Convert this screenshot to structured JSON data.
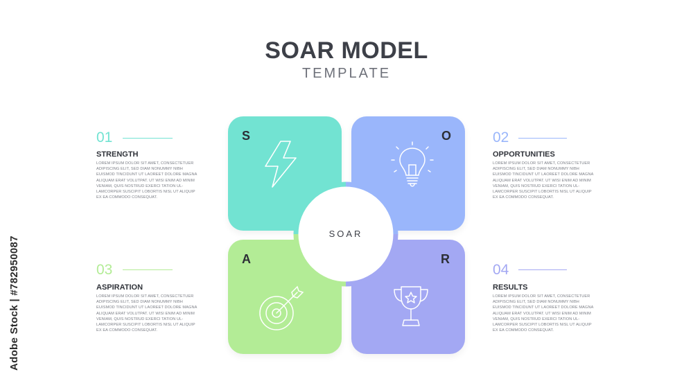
{
  "title": "SOAR MODEL",
  "subtitle": "TEMPLATE",
  "side_label": "Adobe Stock | #782950087",
  "center_label": "SOAR",
  "colors": {
    "strength": "#72e3d2",
    "opportunities": "#9ab6fb",
    "aspiration": "#b3ec96",
    "results": "#a3a8f3"
  },
  "quadrants": [
    {
      "letter": "S",
      "icon": "lightning-icon"
    },
    {
      "letter": "O",
      "icon": "light-bulb-icon"
    },
    {
      "letter": "A",
      "icon": "target-arrow-icon"
    },
    {
      "letter": "R",
      "icon": "trophy-icon"
    }
  ],
  "blocks": [
    {
      "number": "01",
      "title": "STRENGTH",
      "text": "LOREM IPSUM DOLOR SIT AMET, CONSECTETUER ADIPISCING ELIT, SED DIAM NONUMMY NIBH EUISMOD TINCIDUNT UT LAOREET DOLORE MAGNA ALIQUAM ERAT VOLUTPAT. UT WISI ENIM AD MINIM VENIAM, QUIS NOSTRUD EXERCI TATION UL-LAMCORPER SUSCIPIT LOBORTIS NISL UT ALIQUIP EX EA COMMODO CONSEQUAT."
    },
    {
      "number": "02",
      "title": "OPPORTUNITIES",
      "text": "LOREM IPSUM DOLOR SIT AMET, CONSECTETUER ADIPISCING ELIT, SED DIAM NONUMMY NIBH EUISMOD TINCIDUNT UT LAOREET DOLORE MAGNA ALIQUAM ERAT VOLUTPAT. UT WISI ENIM AD MINIM VENIAM, QUIS NOSTRUD EXERCI TATION UL-LAMCORPER SUSCIPIT LOBORTIS NISL UT ALIQUIP EX EA COMMODO CONSEQUAT."
    },
    {
      "number": "03",
      "title": "ASPIRATION",
      "text": "LOREM IPSUM DOLOR SIT AMET, CONSECTETUER ADIPISCING ELIT, SED DIAM NONUMMY NIBH EUISMOD TINCIDUNT UT LAOREET DOLORE MAGNA ALIQUAM ERAT VOLUTPAT. UT WISI ENIM AD MINIM VENIAM, QUIS NOSTRUD EXERCI TATION UL-LAMCORPER SUSCIPIT LOBORTIS NISL UT ALIQUIP EX EA COMMODO CONSEQUAT."
    },
    {
      "number": "04",
      "title": "RESULTS",
      "text": "LOREM IPSUM DOLOR SIT AMET, CONSECTETUER ADIPISCING ELIT, SED DIAM NONUMMY NIBH EUISMOD TINCIDUNT UT LAOREET DOLORE MAGNA ALIQUAM ERAT VOLUTPAT. UT WISI ENIM AD MINIM VENIAM, QUIS NOSTRUD EXERCI TATION UL-LAMCORPER SUSCIPIT LOBORTIS NISL UT ALIQUIP EX EA COMMODO CONSEQUAT."
    }
  ]
}
